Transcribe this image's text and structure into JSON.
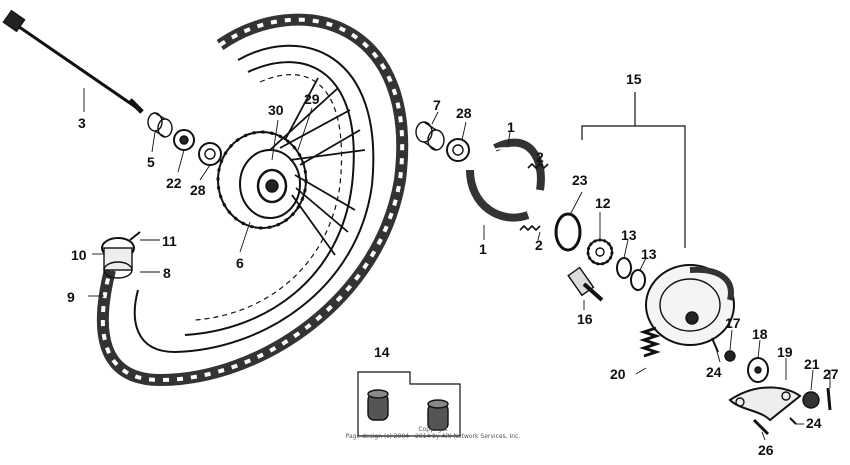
{
  "callouts": {
    "c1a": "1",
    "c1b": "1",
    "c2a": "2",
    "c2b": "2",
    "c3": "3",
    "c5": "5",
    "c6": "6",
    "c7": "7",
    "c8": "8",
    "c9": "9",
    "c10": "10",
    "c11": "11",
    "c12": "12",
    "c13a": "13",
    "c13b": "13",
    "c14": "14",
    "c15": "15",
    "c16": "16",
    "c17": "17",
    "c18": "18",
    "c19": "19",
    "c20": "20",
    "c21": "21",
    "c22": "22",
    "c23": "23",
    "c24a": "24",
    "c24b": "24",
    "c26": "26",
    "c27": "27",
    "c28a": "28",
    "c28b": "28",
    "c29": "29",
    "c30": "30"
  },
  "copyright": {
    "line1": "Copyright",
    "line2": "Page design (c) 2004 - 2014 by ARI Network Services, Inc."
  }
}
